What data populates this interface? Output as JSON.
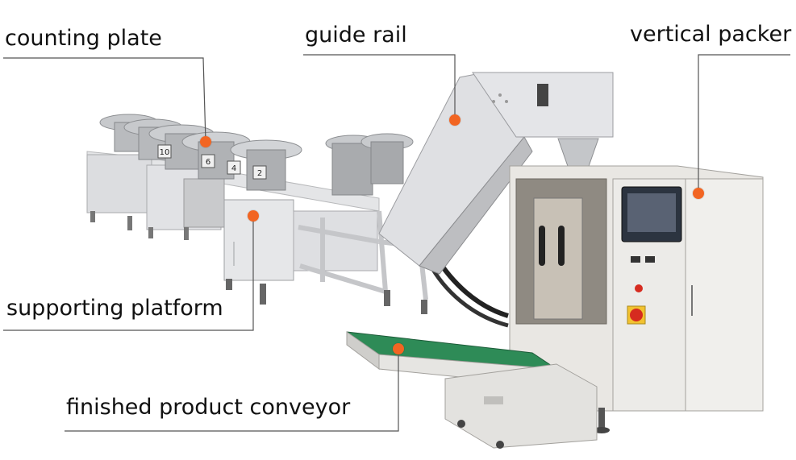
{
  "diagram": {
    "colors": {
      "callout_dot": "#f26522",
      "leader_line": "#555555",
      "machine_body": "#e8e6e3",
      "machine_shadow": "#b9b6b1",
      "frame_steel": "#d9dadc",
      "conveyor_belt": "#2e8b57",
      "screen": "#2c3440",
      "emergency_stop": "#d62b1f",
      "estop_base": "#f2c230"
    },
    "callouts": [
      {
        "id": "counting-plate",
        "text": "counting plate"
      },
      {
        "id": "guide-rail",
        "text": "guide rail"
      },
      {
        "id": "vertical-packer",
        "text": "vertical packer"
      },
      {
        "id": "supporting-platform",
        "text": "supporting platform"
      },
      {
        "id": "finished-product-conveyor",
        "text": "finished product conveyor"
      }
    ],
    "bowl_numbers": [
      "10",
      "6",
      "4",
      "2"
    ]
  }
}
